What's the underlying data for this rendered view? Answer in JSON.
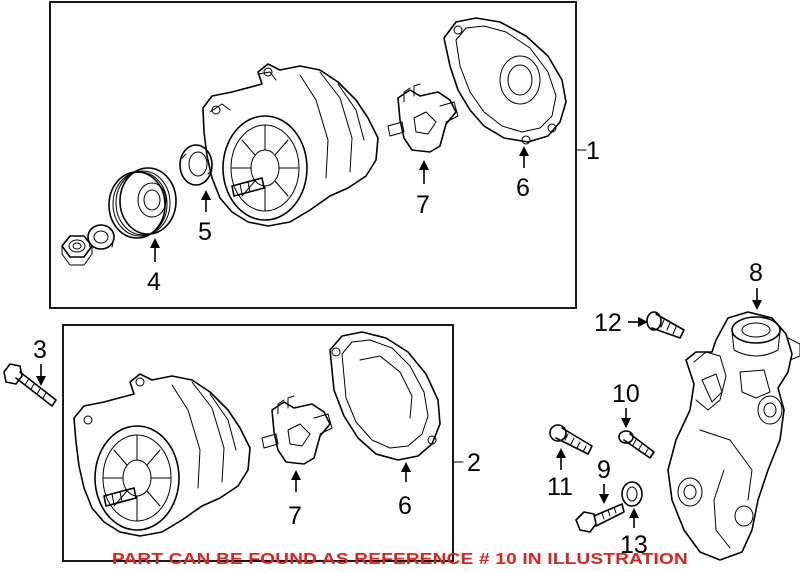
{
  "callouts": {
    "c1": "1",
    "c2": "2",
    "c3": "3",
    "c4": "4",
    "c5": "5",
    "c6_top": "6",
    "c6_bottom": "6",
    "c7_top": "7",
    "c7_bottom": "7",
    "c8": "8",
    "c9": "9",
    "c10": "10",
    "c11": "11",
    "c12": "12",
    "c13": "13"
  },
  "note": {
    "text": "PART CAN BE FOUND AS REFERENCE # 10 IN ILLUSTRATION",
    "color": "#e0201b"
  }
}
